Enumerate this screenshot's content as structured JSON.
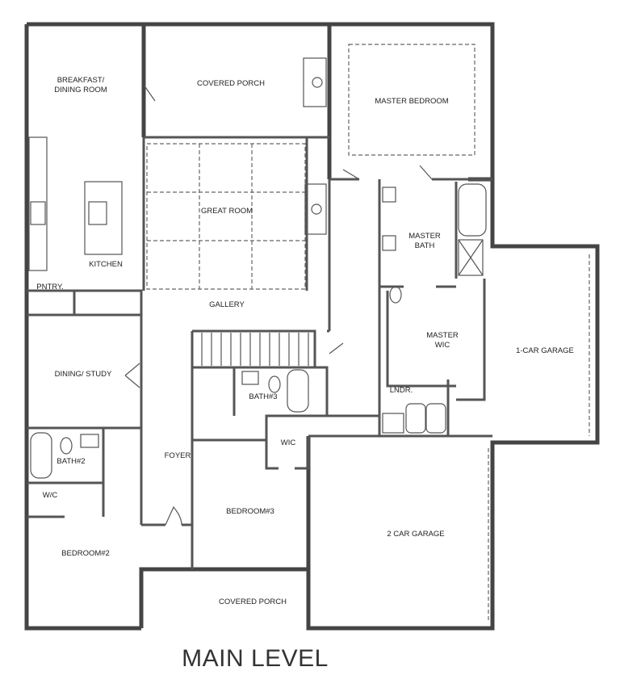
{
  "plan": {
    "title": "MAIN LEVEL",
    "rooms": {
      "breakfast_1": "BREAKFAST/",
      "breakfast_2": "DINING ROOM",
      "covered_porch_rear": "COVERED PORCH",
      "master_bedroom": "MASTER BEDROOM",
      "great_room": "GREAT ROOM",
      "kitchen": "KITCHEN",
      "pantry": "PNTRY.",
      "gallery": "GALLERY",
      "master_bath_1": "MASTER",
      "master_bath_2": "BATH",
      "master_wic_1": "MASTER",
      "master_wic_2": "WIC",
      "one_car_garage": "1-CAR GARAGE",
      "dining_study": "DINING/ STUDY",
      "laundry": "LNDR.",
      "bath3": "BATH#3",
      "wic": "WIC",
      "foyer": "FOYER",
      "bath2": "BATH#2",
      "wc": "W/C",
      "bedroom3": "BEDROOM#3",
      "bedroom2": "BEDROOM#2",
      "two_car_garage": "2 CAR GARAGE",
      "covered_porch_front": "COVERED PORCH"
    }
  }
}
